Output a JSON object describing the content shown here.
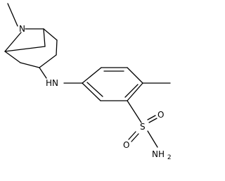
{
  "structure": {
    "ring_n_label": "N",
    "amine_label": "HN",
    "sulfonyl_s_label": "S",
    "sulfonyl_o_upper_label": "O",
    "sulfonyl_o_lower_label": "O",
    "sulfonamide_label": "NH",
    "sulfonamide_subscript": "2"
  }
}
